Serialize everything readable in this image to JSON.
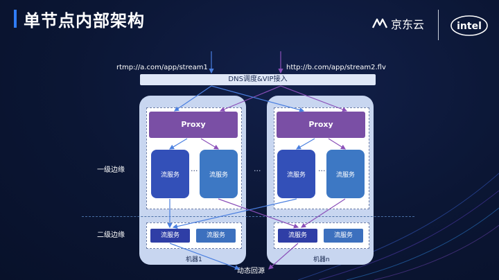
{
  "title": "单节点内部架构",
  "logos": {
    "jd_text": "京东云",
    "jd_icon": "jd-cloud-logo",
    "intel_text": "intel"
  },
  "urls": {
    "left": "rtmp://a.com/app/stream1",
    "right": "http://b.com/app/stream2.flv"
  },
  "dns_bar": "DNS调度&VIP接入",
  "tiers": {
    "edge1": "一级边缘",
    "edge2": "二级边缘"
  },
  "ellipsis": "...",
  "machines": [
    {
      "label": "机器1",
      "proxy": "Proxy",
      "edge1_services": [
        "流服务",
        "流服务"
      ],
      "edge2_services": [
        "流服务",
        "流服务"
      ]
    },
    {
      "label": "机器n",
      "proxy": "Proxy",
      "edge1_services": [
        "流服务",
        "流服务"
      ],
      "edge2_services": [
        "流服务",
        "流服务"
      ]
    }
  ],
  "origin": "动态回源",
  "colors": {
    "background": "#0b1634",
    "accent": "#2f7cf6",
    "proxy": "#7a4fa5",
    "service_dark": "#3350b8",
    "service_mid": "#3d78c4",
    "machine": "#c8d6f0"
  }
}
